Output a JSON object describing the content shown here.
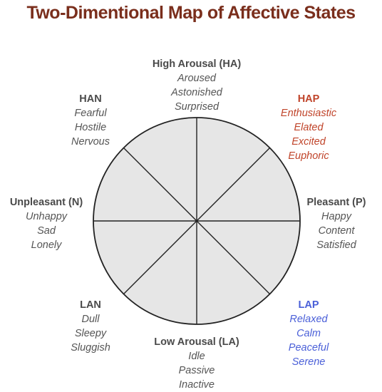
{
  "title": "Two-Dimentional Map of Affective States",
  "colors": {
    "title": "#7a2e1c",
    "heading": "#4a4a4a",
    "text": "#555555",
    "hap": "#c0442a",
    "lap": "#4a5fd8",
    "circle_fill": "#e6e6e6",
    "circle_stroke": "#222222"
  },
  "regions": {
    "ha": {
      "heading": "High Arousal (HA)",
      "items": [
        "Aroused",
        "Astonished",
        "Surprised"
      ]
    },
    "han": {
      "heading": "HAN",
      "items": [
        "Fearful",
        "Hostile",
        "Nervous"
      ]
    },
    "hap": {
      "heading": "HAP",
      "items": [
        "Enthusiastic",
        "Elated",
        "Excited",
        "Euphoric"
      ]
    },
    "n": {
      "heading": "Unpleasant (N)",
      "items": [
        "Unhappy",
        "Sad",
        "Lonely"
      ]
    },
    "p": {
      "heading": "Pleasant (P)",
      "items": [
        "Happy",
        "Content",
        "Satisfied"
      ]
    },
    "lan": {
      "heading": "LAN",
      "items": [
        "Dull",
        "Sleepy",
        "Sluggish"
      ]
    },
    "lap": {
      "heading": "LAP",
      "items": [
        "Relaxed",
        "Calm",
        "Peaceful",
        "Serene"
      ]
    },
    "la": {
      "heading": "Low Arousal (LA)",
      "items": [
        "Idle",
        "Passive",
        "Inactive"
      ]
    }
  }
}
